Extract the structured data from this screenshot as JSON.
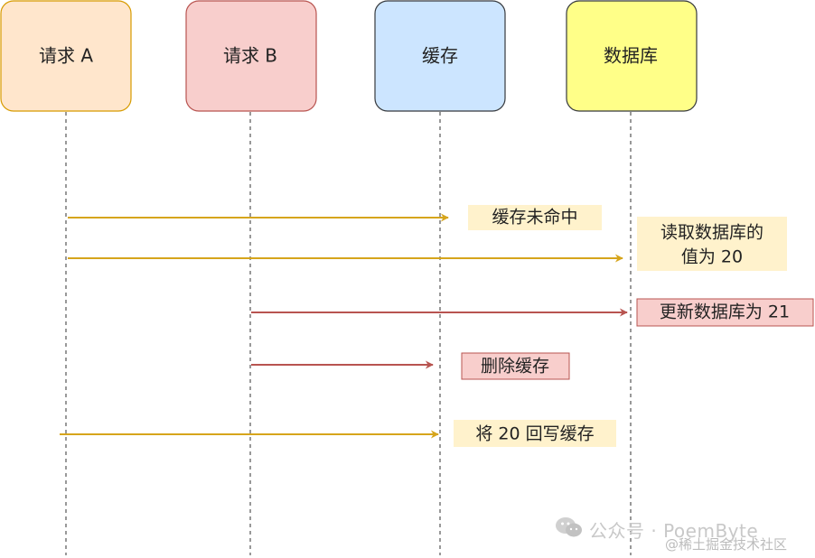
{
  "actors": [
    {
      "id": "a",
      "label": "请求 A",
      "fill": "#ffe6cc",
      "stroke": "#d79b00"
    },
    {
      "id": "b",
      "label": "请求 B",
      "fill": "#f8cecc",
      "stroke": "#b85450"
    },
    {
      "id": "cache",
      "label": "缓存",
      "fill": "#cce5ff",
      "stroke": "#36393d"
    },
    {
      "id": "db",
      "label": "数据库",
      "fill": "#ffff88",
      "stroke": "#36393d"
    }
  ],
  "messages": [
    {
      "from": "a",
      "to": "cache",
      "lines": [
        "缓存未命中"
      ],
      "color": "#d6a51c",
      "note_fill": "#fff2cc"
    },
    {
      "from": "a",
      "to": "db",
      "lines": [
        "读取数据库的",
        "值为 20"
      ],
      "color": "#d6a51c",
      "note_fill": "#fff2cc"
    },
    {
      "from": "b",
      "to": "db",
      "lines": [
        "更新数据库为 21"
      ],
      "color": "#b85450",
      "note_fill": "#f8cecc",
      "note_stroke": "#b85450"
    },
    {
      "from": "b",
      "to": "cache",
      "lines": [
        "删除缓存"
      ],
      "color": "#b85450",
      "note_fill": "#f8cecc",
      "note_stroke": "#b85450"
    },
    {
      "from": "a",
      "to": "cache",
      "lines": [
        "将 20 回写缓存"
      ],
      "color": "#d6a51c",
      "note_fill": "#fff2cc"
    }
  ],
  "watermark": {
    "account": "公众号 · PoemByte",
    "site": "@稀土掘金技术社区"
  }
}
